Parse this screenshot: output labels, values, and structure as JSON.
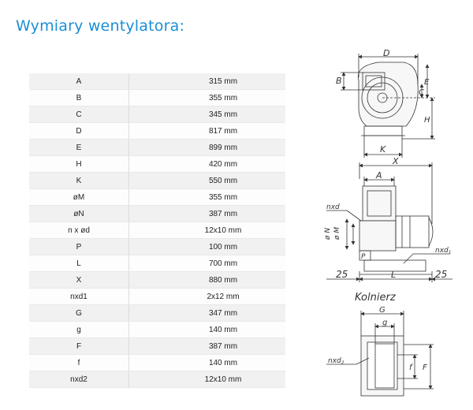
{
  "header": {
    "title": "Wymiary wentylatora:"
  },
  "dimensions": [
    {
      "param": "A",
      "value": "315 mm"
    },
    {
      "param": "B",
      "value": "355 mm"
    },
    {
      "param": "C",
      "value": "345 mm"
    },
    {
      "param": "D",
      "value": "817 mm"
    },
    {
      "param": "E",
      "value": "899 mm"
    },
    {
      "param": "H",
      "value": "420 mm"
    },
    {
      "param": "K",
      "value": "550 mm"
    },
    {
      "param": "øM",
      "value": "355 mm"
    },
    {
      "param": "øN",
      "value": "387 mm"
    },
    {
      "param": "n x ød",
      "value": "12x10 mm"
    },
    {
      "param": "P",
      "value": "100 mm"
    },
    {
      "param": "L",
      "value": "700 mm"
    },
    {
      "param": "X",
      "value": "880 mm"
    },
    {
      "param": "nxd1",
      "value": "2x12 mm"
    },
    {
      "param": "G",
      "value": "347 mm"
    },
    {
      "param": "g",
      "value": "140 mm"
    },
    {
      "param": "F",
      "value": "387 mm"
    },
    {
      "param": "f",
      "value": "140 mm"
    },
    {
      "param": "nxd2",
      "value": "12x10 mm"
    }
  ],
  "drawing": {
    "top_view": {
      "D": "D",
      "B": "B",
      "C": "C",
      "E": "E",
      "H": "H",
      "K": "K"
    },
    "side_view": {
      "X": "X",
      "A": "A",
      "nxd": "nxd",
      "oN": "ø N",
      "oM": "ø M",
      "P": "P",
      "nxd1": "nxd",
      "nxd1_sub": "1",
      "d25_left": "25",
      "L": "L",
      "d25_right": "25"
    },
    "flange": {
      "title": "Kolnierz",
      "G": "G",
      "g": "g",
      "nxd2": "nxd",
      "nxd2_sub": "2",
      "f": "f",
      "F": "F"
    }
  }
}
